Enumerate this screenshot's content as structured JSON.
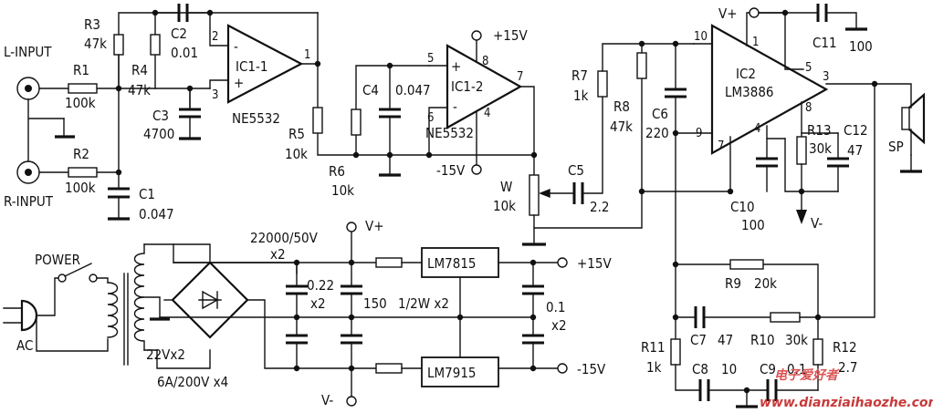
{
  "inputs": {
    "left": "L-INPUT",
    "right": "R-INPUT"
  },
  "r1": {
    "ref": "R1",
    "val": "100k"
  },
  "r2": {
    "ref": "R2",
    "val": "100k"
  },
  "r3": {
    "ref": "R3",
    "val": "47k"
  },
  "r4": {
    "ref": "R4",
    "val": "47k"
  },
  "r5": {
    "ref": "R5",
    "val": "10k"
  },
  "r6": {
    "ref": "R6",
    "val": "10k"
  },
  "r7": {
    "ref": "R7",
    "val": "1k"
  },
  "r8": {
    "ref": "R8",
    "val": "47k"
  },
  "r9": {
    "ref": "R9",
    "val": "20k"
  },
  "r10": {
    "ref": "R10",
    "val": "30k"
  },
  "r11": {
    "ref": "R11",
    "val": "1k"
  },
  "r12": {
    "ref": "R12",
    "val": "2.7"
  },
  "r13": {
    "ref": "R13",
    "val": "30k"
  },
  "c1": {
    "ref": "C1",
    "val": "0.047"
  },
  "c2": {
    "ref": "C2",
    "val": "0.01"
  },
  "c3": {
    "ref": "C3",
    "val": "4700"
  },
  "c4": {
    "ref": "C4",
    "val": "0.047"
  },
  "c5": {
    "ref": "C5",
    "val": "2.2"
  },
  "c6": {
    "ref": "C6",
    "val": "220"
  },
  "c7": {
    "ref": "C7",
    "val": "47"
  },
  "c8": {
    "ref": "C8",
    "val": "10"
  },
  "c9": {
    "ref": "C9",
    "val": "0.1"
  },
  "c10": {
    "ref": "C10",
    "val": "100"
  },
  "c11": {
    "ref": "C11",
    "val": "100"
  },
  "c12": {
    "ref": "C12",
    "val": "47"
  },
  "pot": {
    "ref": "W",
    "val": "10k"
  },
  "ic1a": {
    "ref": "IC1-1",
    "part": "NE5532",
    "pin_minus": "-",
    "pin_plus": "+",
    "p2": "2",
    "p3": "3",
    "p1": "1"
  },
  "ic1b": {
    "ref": "IC1-2",
    "part": "NE5532",
    "pin_minus": "-",
    "pin_plus": "+",
    "p5": "5",
    "p6": "6",
    "p7": "7",
    "p8": "8",
    "p4": "4"
  },
  "ic2": {
    "ref": "IC2",
    "part": "LM3886",
    "p10": "10",
    "p9": "9",
    "p1": "1",
    "p5": "5",
    "p3": "3",
    "p8": "8",
    "p4": "4",
    "p7": "7"
  },
  "rails": {
    "pos15": "+15V",
    "neg15": "-15V",
    "vplus": "V+",
    "vminus": "V-",
    "pos15_label": "+15V",
    "neg15_label": "-15V"
  },
  "psu": {
    "power": "POWER",
    "ac": "AC",
    "transformer": "22Vx2",
    "rectifier": "6A/200V x4",
    "bulk_cap": "22000/50V",
    "bulk_cap_qty": "x2",
    "film_cap": "0.22",
    "film_cap_qty": "x2",
    "dropper": "150",
    "dropper_spec": "1/2W x2",
    "out_cap": "0.1",
    "out_cap_qty": "x2",
    "reg_pos": "LM7815",
    "reg_neg": "LM7915",
    "vplus": "V+",
    "vminus": "V-",
    "out_pos": "+15V",
    "out_neg": "-15V"
  },
  "speaker": "SP",
  "watermark": {
    "cn": "电子爱好者",
    "url": "www.dianziaihaozhe.com"
  }
}
